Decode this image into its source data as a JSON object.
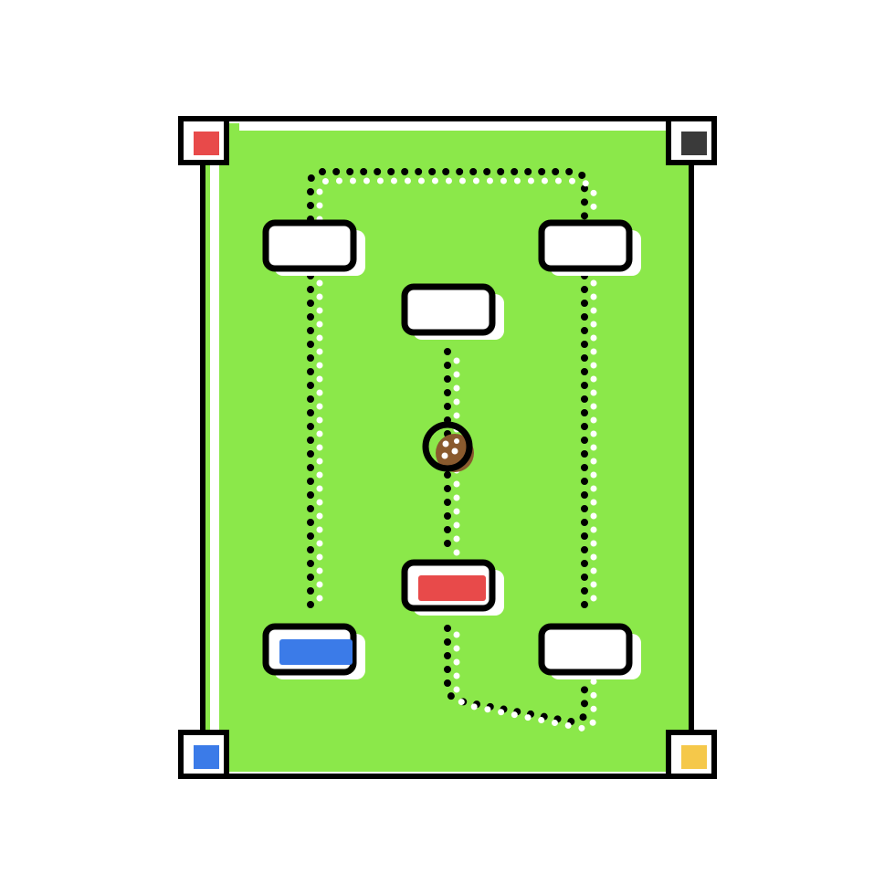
{
  "icon": {
    "name": "soccer-tactics-board",
    "colors": {
      "field": "#8be84a",
      "outline": "#000000",
      "highlight": "#ffffff",
      "marker_red": "#e84a4a",
      "marker_blue": "#3b7be8",
      "ball": "#8a5a2e",
      "corner_red": "#e84a4a",
      "corner_dark": "#3a3a3a",
      "corner_blue": "#3b7be8",
      "corner_yellow": "#f5c84a"
    },
    "players": [
      {
        "id": "top-left",
        "fill": "white"
      },
      {
        "id": "top-right",
        "fill": "white"
      },
      {
        "id": "middle",
        "fill": "white"
      },
      {
        "id": "red",
        "fill": "red"
      },
      {
        "id": "blue",
        "fill": "blue"
      },
      {
        "id": "bottom-right",
        "fill": "white"
      }
    ]
  }
}
